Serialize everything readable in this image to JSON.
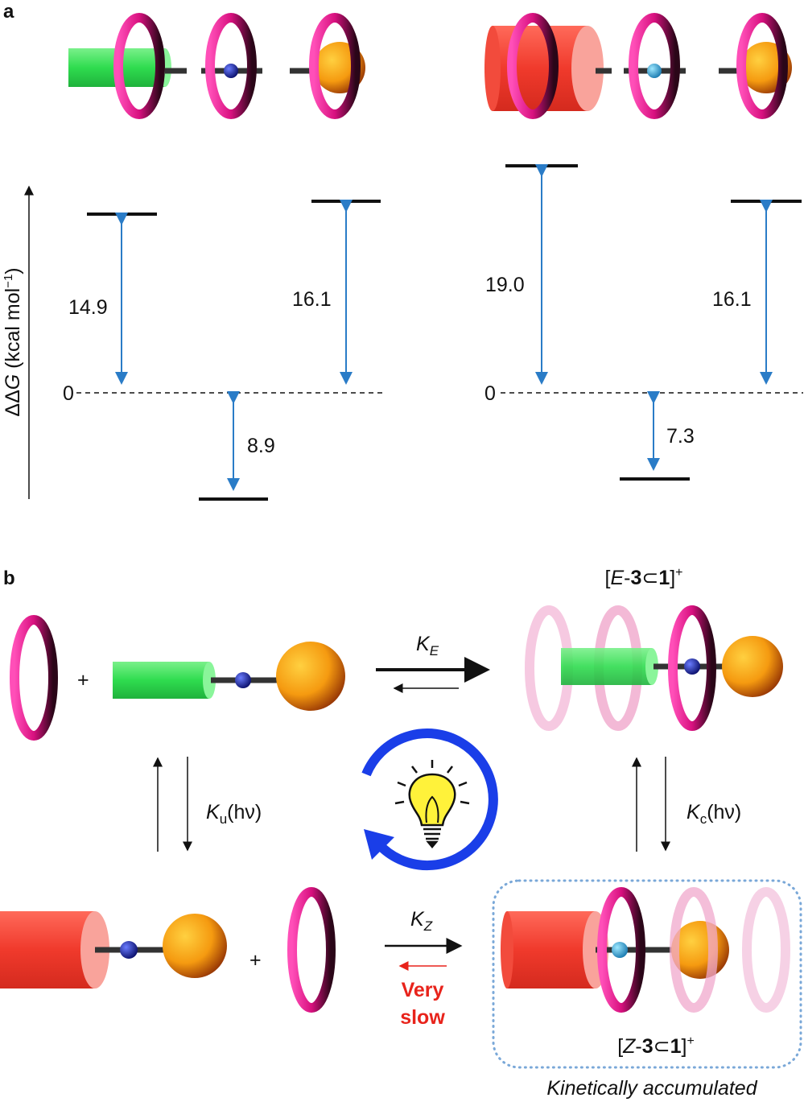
{
  "panel_a": {
    "label": "a",
    "y_axis_label": {
      "prefix": "ΔΔ",
      "var": "G",
      "unit": " (kcal mol",
      "sup": "−1",
      "close": ")"
    },
    "left": {
      "zero": "0",
      "values": [
        "14.9",
        "16.1",
        "8.9"
      ]
    },
    "right": {
      "zero": "0",
      "values": [
        "19.0",
        "16.1",
        "7.3"
      ]
    }
  },
  "panel_b": {
    "label": "b",
    "plus": "+",
    "complex_E": {
      "open": "[",
      "iso": "E",
      "dash": "-",
      "n3": "3",
      "subset": "⊂",
      "n1": "1",
      "close": "]",
      "charge": "+"
    },
    "complex_Z": {
      "open": "[",
      "iso": "Z",
      "dash": "-",
      "n3": "3",
      "subset": "⊂",
      "n1": "1",
      "close": "]",
      "charge": "+"
    },
    "K_E": {
      "K": "K",
      "sub": "E"
    },
    "K_Z": {
      "K": "K",
      "sub": "Z"
    },
    "K_u": {
      "K": "K",
      "sub": "u",
      "rest": "(hν)"
    },
    "K_c": {
      "K": "K",
      "sub": "c",
      "rest": "(hν)"
    },
    "very_slow": [
      "Very",
      "slow"
    ],
    "kinetic_note": "Kinetically accumulated"
  },
  "colors": {
    "ring": "#e0128a",
    "arrow_blue": "#2a7cc7",
    "cycle_blue": "#1a3ee8",
    "red": "#e8231b",
    "green": "#3fe05a",
    "red_cyl": "#f24b3c"
  }
}
